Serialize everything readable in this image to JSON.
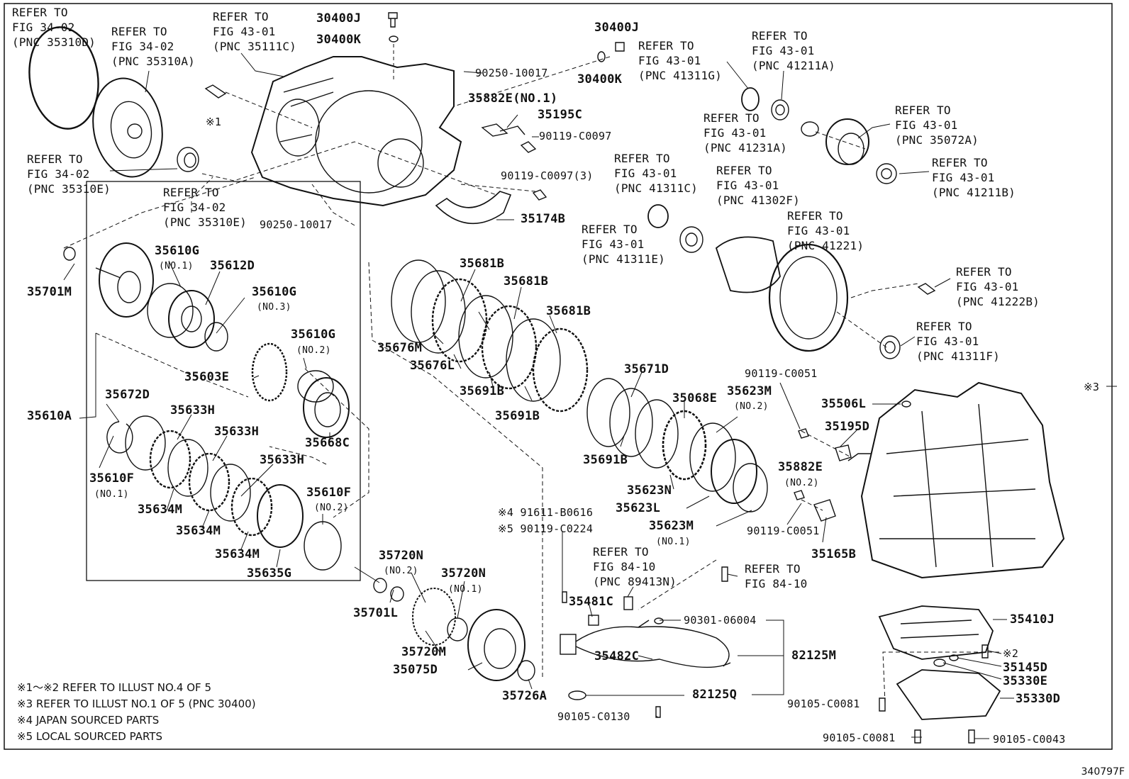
{
  "diagram_code": "340797F",
  "part_labels": [
    "30400J",
    "30400K",
    "30400J",
    "30400K",
    "90250-10017",
    "35882E(NO.1)",
    "35195C",
    "90119-C0097",
    "90119-C0097(3)",
    "35174B",
    "90250-10017",
    "※1",
    "35701M",
    "35610G",
    "(NO.1)",
    "35612D",
    "35610G",
    "(NO.3)",
    "35603E",
    "35610G",
    "(NO.2)",
    "35668C",
    "35610A",
    "35672D",
    "35633H",
    "35633H",
    "35633H",
    "35610F",
    "(NO.1)",
    "35634M",
    "35634M",
    "35634M",
    "35635G",
    "35610F",
    "(NO.2)",
    "35681B",
    "35681B",
    "35681B",
    "35676M",
    "35676L",
    "35691B",
    "35691B",
    "35671D",
    "35068E",
    "35623M",
    "(NO.2)",
    "35691B",
    "35623N",
    "35623L",
    "35623M",
    "(NO.1)",
    "90119-C0051",
    "35506L",
    "35195D",
    "35882E",
    "(NO.2)",
    "90119-C0051",
    "35165B",
    "※3",
    "※4 91611-B0616",
    "※5 90119-C0224",
    "35481C",
    "90301-06004",
    "35482C",
    "82125M",
    "82125Q",
    "90105-C0130",
    "35720N",
    "(NO.2)",
    "35720N",
    "(NO.1)",
    "35701L",
    "35720M",
    "35075D",
    "35726A",
    "35410J",
    "※2",
    "35145D",
    "35330E",
    "35330D",
    "90105-C0081",
    "90105-C0081",
    "90105-C0043"
  ],
  "references": [
    "REFER TO\nFIG 34-02\n(PNC 35310D)",
    "REFER TO\nFIG 34-02\n(PNC 35310A)",
    "REFER TO\nFIG 43-01\n(PNC 35111C)",
    "REFER TO\nFIG 34-02\n(PNC 35310E)",
    "REFER TO\nFIG 34-02\n(PNC 35310E)",
    "REFER TO\nFIG 43-01\n(PNC 41311G)",
    "REFER TO\nFIG 43-01\n(PNC 41211A)",
    "REFER TO\nFIG 43-01\n(PNC 41231A)",
    "REFER TO\nFIG 43-01\n(PNC 35072A)",
    "REFER TO\nFIG 43-01\n(PNC 41211B)",
    "REFER TO\nFIG 43-01\n(PNC 41311C)",
    "REFER TO\nFIG 43-01\n(PNC 41302F)",
    "REFER TO\nFIG 43-01\n(PNC 41311E)",
    "REFER TO\nFIG 43-01\n(PNC 41221)",
    "REFER TO\nFIG 43-01\n(PNC 41222B)",
    "REFER TO\nFIG 43-01\n(PNC 41311F)",
    "REFER TO\nFIG 84-10\n(PNC 89413N)",
    "REFER TO\nFIG 84-10"
  ],
  "notes": [
    "※1～※2 REFER TO ILLUST NO.4 OF 5",
    "※3 REFER TO ILLUST NO.1 OF 5 (PNC 30400)",
    "※4 JAPAN SOURCED PARTS",
    "※5 LOCAL SOURCED PARTS"
  ],
  "colors": {
    "ink": "#111111",
    "background": "#ffffff"
  }
}
